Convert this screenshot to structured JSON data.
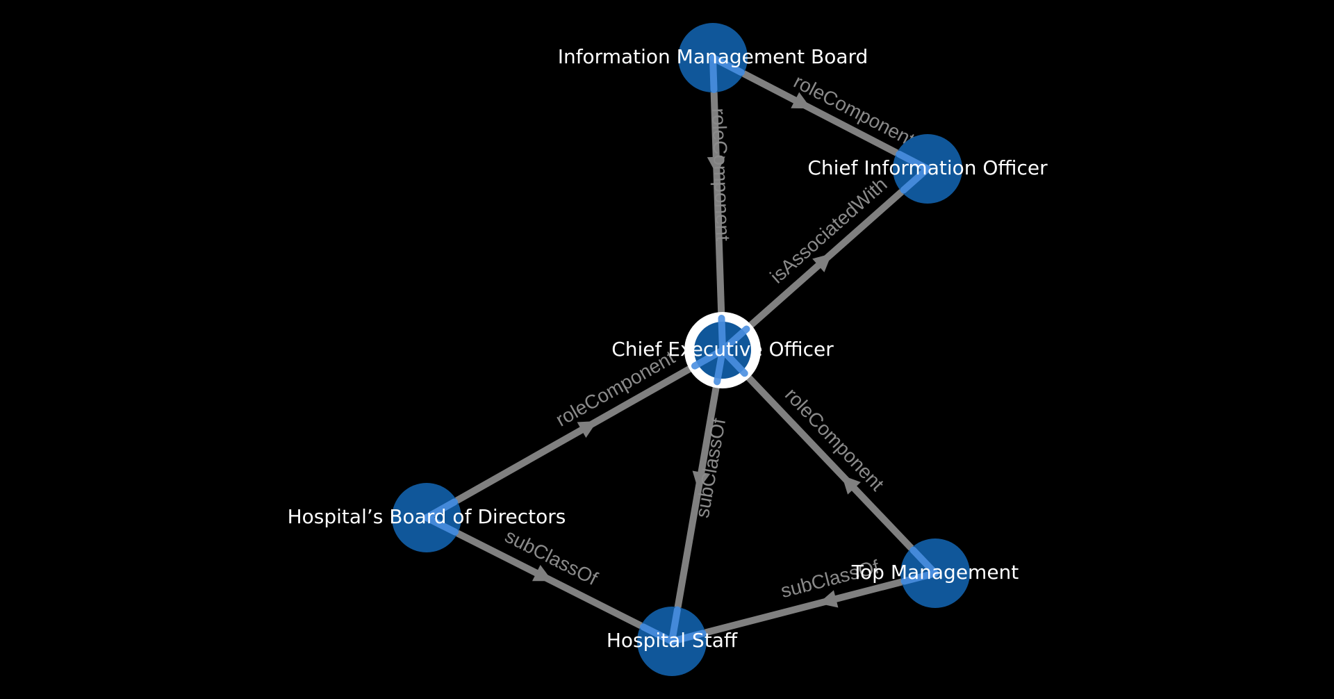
{
  "colors": {
    "background": "#000000",
    "node_fill": "#10579a",
    "edge": "#808080",
    "edge_highlight": "#4a8fe0",
    "selected_ring": "#ffffff",
    "node_label": "#ffffff",
    "edge_label": "#8a8a8a"
  },
  "graph": {
    "selected_node": "ceo",
    "nodes": [
      {
        "id": "imb",
        "label": "Information Management Board"
      },
      {
        "id": "cio",
        "label": "Chief Information Officer"
      },
      {
        "id": "ceo",
        "label": "Chief Executive Officer"
      },
      {
        "id": "hbd",
        "label": "Hospital’s Board of Directors"
      },
      {
        "id": "tm",
        "label": "Top Management"
      },
      {
        "id": "hs",
        "label": "Hospital Staff"
      }
    ],
    "edges": [
      {
        "source": "imb",
        "target": "cio",
        "label": "roleComponent"
      },
      {
        "source": "imb",
        "target": "ceo",
        "label": "roleComponent"
      },
      {
        "source": "ceo",
        "target": "cio",
        "label": "isAssociatedWith"
      },
      {
        "source": "hbd",
        "target": "ceo",
        "label": "roleComponent"
      },
      {
        "source": "ceo",
        "target": "hs",
        "label": "subClassOf"
      },
      {
        "source": "tm",
        "target": "ceo",
        "label": "roleComponent"
      },
      {
        "source": "hbd",
        "target": "hs",
        "label": "subClassOf"
      },
      {
        "source": "tm",
        "target": "hs",
        "label": "subClassOf"
      }
    ]
  }
}
